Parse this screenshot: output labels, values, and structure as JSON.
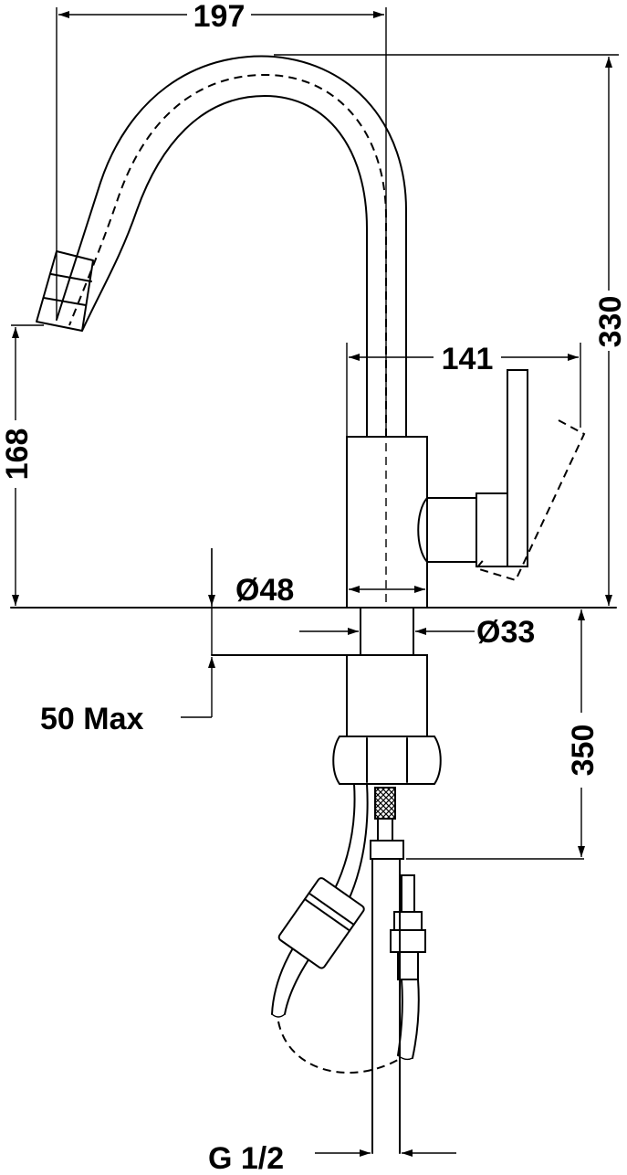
{
  "dimensions": {
    "overall_reach": "197",
    "overall_height": "330",
    "spout_height": "168",
    "handle_reach": "141",
    "body_diameter": "Ø48",
    "shank_diameter": "Ø33",
    "max_deck_thickness": "50 Max",
    "hose_length": "350",
    "connection_thread": "G 1/2"
  },
  "colors": {
    "line": "#000000",
    "background": "#ffffff"
  }
}
